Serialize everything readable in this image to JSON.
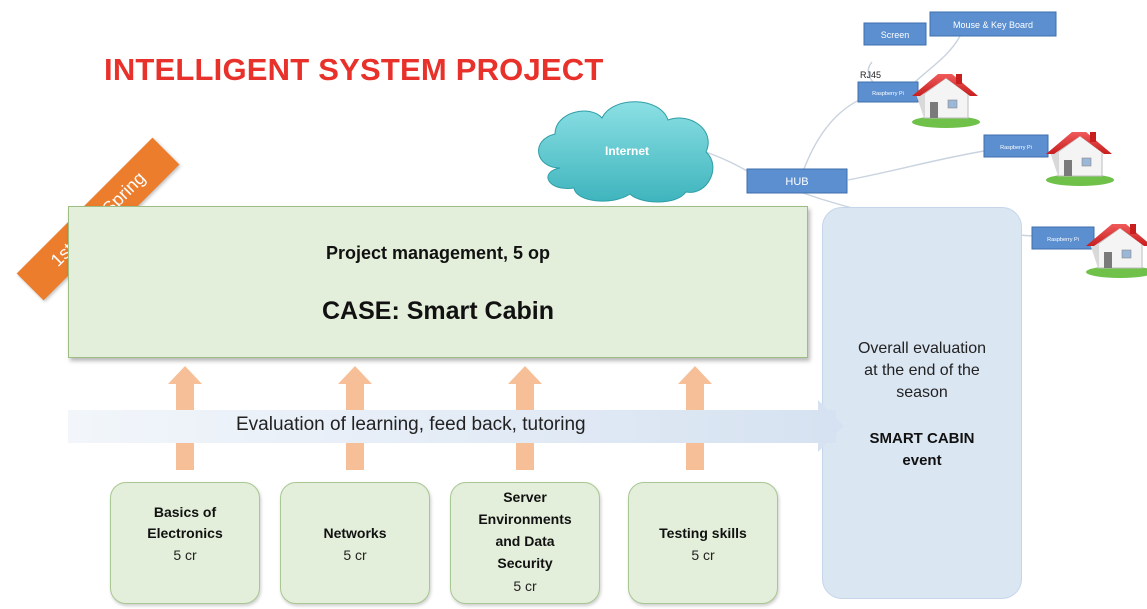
{
  "title": "INTELLIGENT SYSTEM PROJECT",
  "ribbon": "1st year, Spring",
  "main_box": {
    "line1": "Project management, 5 op",
    "line2": "CASE: Smart Cabin"
  },
  "evaluation_band": "Evaluation of learning, feed back, tutoring",
  "eval_panel": {
    "line1": "Overall evaluation",
    "line2": "at the end of the",
    "line3": "season",
    "event_line1": "SMART CABIN",
    "event_line2": "event"
  },
  "courses": [
    {
      "name_lines": [
        "Basics of",
        "Electronics"
      ],
      "credits": "5 cr"
    },
    {
      "name_lines": [
        "Networks"
      ],
      "credits": "5 cr"
    },
    {
      "name_lines": [
        "Server",
        "Environments",
        "and Data",
        "Security"
      ],
      "credits": "5 cr"
    },
    {
      "name_lines": [
        "Testing skills"
      ],
      "credits": "5 cr"
    }
  ],
  "network": {
    "internet": "Internet",
    "hub": "HUB",
    "rj45": "RJ45",
    "screen": "Screen",
    "mouse_keyboard": "Mouse & Key Board",
    "raspberry_pi": "Raspberry Pi"
  },
  "colors": {
    "title": "#e8312a",
    "ribbon": "#ec7d2c",
    "green_box": "#e3efda",
    "blue_panel": "#dbe6f3",
    "arrow": "#f7bf97",
    "cloud": "#5ec8cf",
    "network_box": "#5b8fd0",
    "house_roof": "#e52d2d"
  }
}
